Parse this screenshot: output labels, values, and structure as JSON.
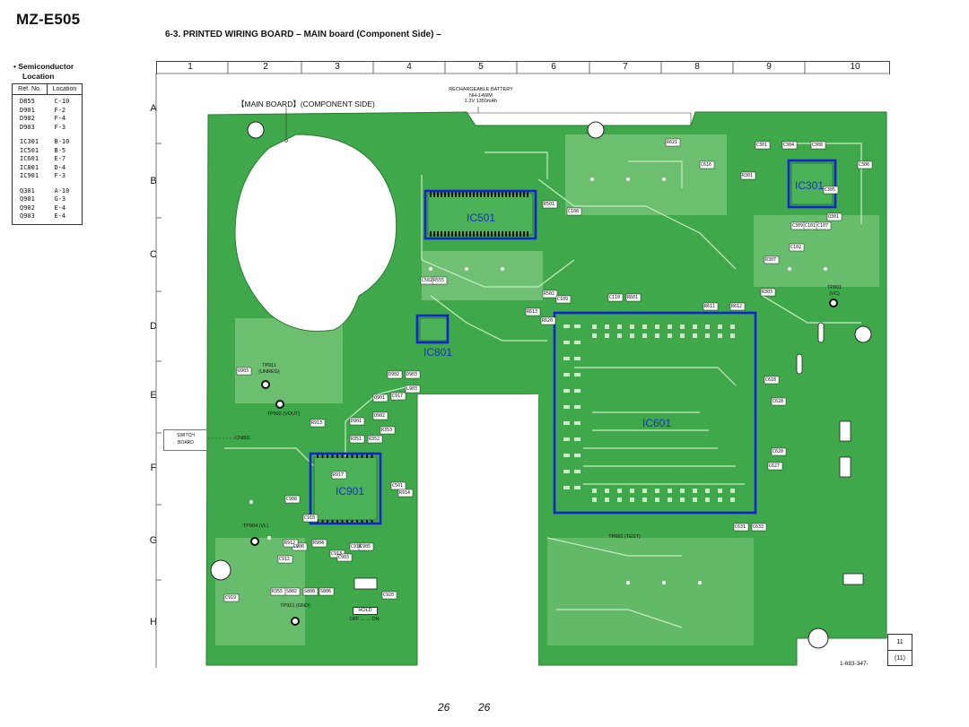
{
  "header": {
    "model": "MZ-E505",
    "section_title": "6-3.   PRINTED  WIRING  BOARD  – MAIN board (Component Side) –"
  },
  "legend": {
    "heading_line1": "•  Semiconductor",
    "heading_line2": "Location",
    "col_ref": "Ref. No.",
    "col_loc": "Location",
    "groups": [
      [
        [
          "D855",
          "C-10"
        ],
        [
          "D901",
          "F-2"
        ],
        [
          "D902",
          "F-4"
        ],
        [
          "D903",
          "F-3"
        ]
      ],
      [
        [
          "IC301",
          "B-10"
        ],
        [
          "IC501",
          "B-5"
        ],
        [
          "IC601",
          "E-7"
        ],
        [
          "IC801",
          "D-4"
        ],
        [
          "IC901",
          "F-3"
        ]
      ],
      [
        [
          "Q301",
          "A-10"
        ],
        [
          "Q901",
          "G-3"
        ],
        [
          "Q902",
          "E-4"
        ],
        [
          "Q903",
          "E-4"
        ]
      ]
    ]
  },
  "grid": {
    "columns": [
      "1",
      "2",
      "3",
      "4",
      "5",
      "6",
      "7",
      "8",
      "9",
      "10"
    ],
    "rows": [
      "A",
      "B",
      "C",
      "D",
      "E",
      "F",
      "G",
      "H"
    ]
  },
  "board": {
    "main_board_label": "【MAIN BOARD】(COMPONENT SIDE)",
    "battery_line1": "RECHARGEABLE BATTERY",
    "battery_line2": "NH-14WM",
    "battery_line3": "1.2V 1350mAh",
    "ic_labels": [
      "IC501",
      "IC301",
      "IC801",
      "IC601",
      "IC901"
    ],
    "switch_board_1": "SWITCH",
    "switch_board_2": "BOARD",
    "hold_label": "HOLD",
    "off_on": "OFF ←→ ON",
    "tp_labels": [
      "TP911 (UNREG)",
      "TP902 (VOUT)",
      "TP904 (VL)",
      "TP921 (GND)",
      "TP801 (VC)",
      "TP001 (TEST)"
    ],
    "cn801": "CN801",
    "parts": [
      "C912",
      "C913",
      "C916",
      "C906",
      "C908",
      "C501",
      "C502",
      "R555",
      "R501",
      "R502",
      "C301",
      "C304",
      "C305",
      "C306",
      "C308",
      "C309",
      "C102",
      "C101",
      "C107",
      "C108",
      "C109",
      "C110",
      "R601",
      "R611",
      "R612",
      "R613",
      "R620",
      "R621",
      "C616",
      "C618",
      "C628",
      "C620",
      "C627",
      "C631",
      "C633",
      "Q301",
      "R301",
      "R303",
      "R307",
      "R351",
      "R352",
      "R353",
      "R355",
      "S808",
      "S806",
      "S802",
      "D901",
      "D902",
      "D903",
      "Q901",
      "Q902",
      "Q903",
      "R913",
      "R917",
      "R914",
      "R912",
      "R904",
      "C903",
      "C905",
      "C910",
      "C919",
      "C920",
      "C917",
      "L903"
    ],
    "part_no": "1-683-347-",
    "box_top": "11",
    "box_bottom": "(11)"
  },
  "footer": {
    "page_left": "26",
    "page_right": "26"
  },
  "colors": {
    "board_green": "#3fa84a",
    "board_light": "#8fd18d",
    "trace_light": "#c9ecc6",
    "ic_frame_blue": "#1024d0"
  }
}
